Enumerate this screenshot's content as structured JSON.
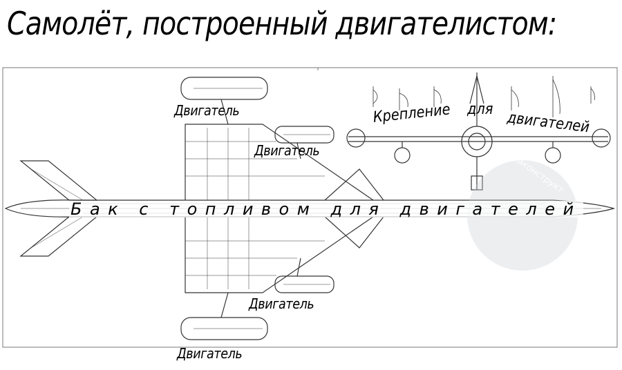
{
  "title": "Самолёт, построенный двигателистом:",
  "labels": {
    "engine_top_outer": "Двигатель",
    "engine_top_inner": "Двигатель",
    "engine_bottom_inner": "Двигатель",
    "engine_bottom_outer": "Двигатель",
    "mount_word1": "Крепление",
    "mount_word2": "для",
    "mount_word3": "двигателей",
    "fuel_tank": "Бак с топливом для двигателей"
  },
  "watermark": "Авиаконструкт"
}
